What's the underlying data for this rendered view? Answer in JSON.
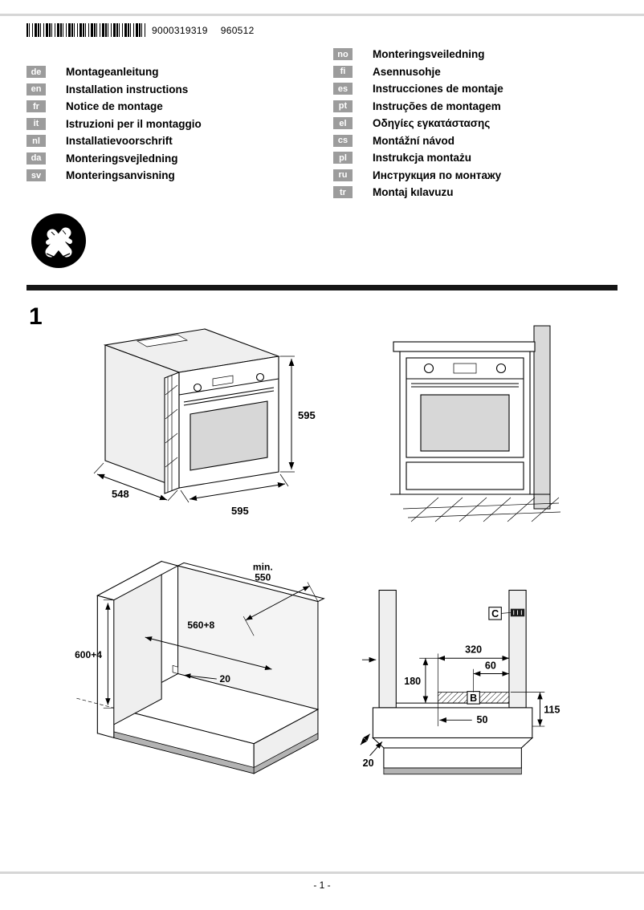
{
  "header": {
    "barcode_number": "9000319319",
    "print_code": "960512"
  },
  "languages": {
    "left": [
      {
        "code": "de",
        "title": "Montageanleitung"
      },
      {
        "code": "en",
        "title": "Installation instructions"
      },
      {
        "code": "fr",
        "title": "Notice de montage"
      },
      {
        "code": "it",
        "title": "Istruzioni per il montaggio"
      },
      {
        "code": "nl",
        "title": "Installatievoorschrift"
      },
      {
        "code": "da",
        "title": "Monteringsvejledning"
      },
      {
        "code": "sv",
        "title": "Monteringsanvisning"
      }
    ],
    "right": [
      {
        "code": "no",
        "title": "Monteringsveiledning"
      },
      {
        "code": "fi",
        "title": "Asennusohje"
      },
      {
        "code": "es",
        "title": "Instrucciones de montaje"
      },
      {
        "code": "pt",
        "title": "Instruções de montagem"
      },
      {
        "code": "el",
        "title": "Οδηγίες εγκατάστασης"
      },
      {
        "code": "cs",
        "title": "Montážní návod"
      },
      {
        "code": "pl",
        "title": "Instrukcja montażu"
      },
      {
        "code": "ru",
        "title": "Инструкция по монтажу"
      },
      {
        "code": "tr",
        "title": "Montaj kılavuzu"
      }
    ]
  },
  "figure": {
    "label": "1"
  },
  "oven_iso": {
    "height": "595",
    "depth": "548",
    "width": "595"
  },
  "cabinet_iso": {
    "min_label": "min.",
    "min_depth": "550",
    "niche_width": "560+8",
    "niche_height": "600+4",
    "rear_gap": "20"
  },
  "niche_front": {
    "zone_width": "320",
    "zone_inner_width": "60",
    "zone_height": "180",
    "side_height": "115",
    "bottom_offset": "50",
    "plinth_recess": "20",
    "label_b": "B",
    "label_c": "C"
  },
  "footer": {
    "page_number": "- 1 -"
  }
}
